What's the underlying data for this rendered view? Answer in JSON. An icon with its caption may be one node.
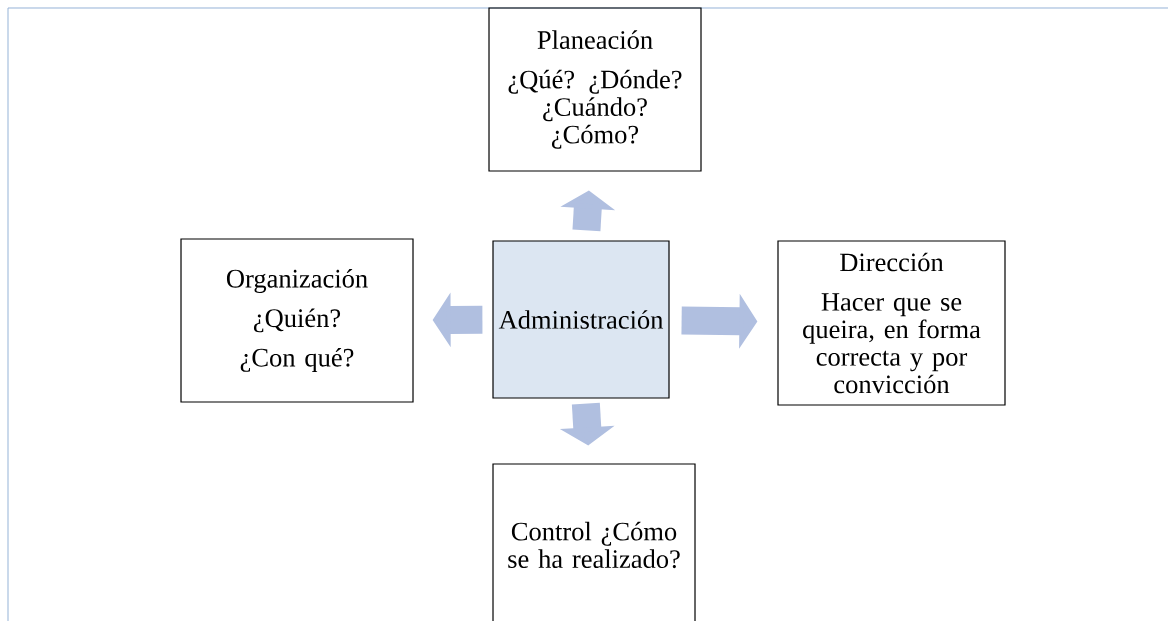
{
  "diagram": {
    "nodes": [
      {
        "text": [
          "Planeación",
          "¿Qúé? ¿Dónde? ¿Cuándo? ¿Cómo?"
        ]
      },
      {
        "text": [
          "Organización",
          "¿Quién?",
          "¿Con qué?"
        ]
      },
      {
        "text": [
          "Administración"
        ]
      },
      {
        "text": [
          "Dirección",
          "Hacer que se queira, en forma correcta y por convicción"
        ]
      },
      {
        "text": [
          "Control ¿Cómo se ha realizado?"
        ]
      }
    ],
    "edges": [
      {
        "from": 2,
        "to": 0,
        "arrow": "to"
      },
      {
        "from": 2,
        "to": 1,
        "arrow": "to"
      },
      {
        "from": 2,
        "to": 3,
        "arrow": "to"
      },
      {
        "from": 2,
        "to": 4,
        "arrow": "to"
      }
    ]
  }
}
